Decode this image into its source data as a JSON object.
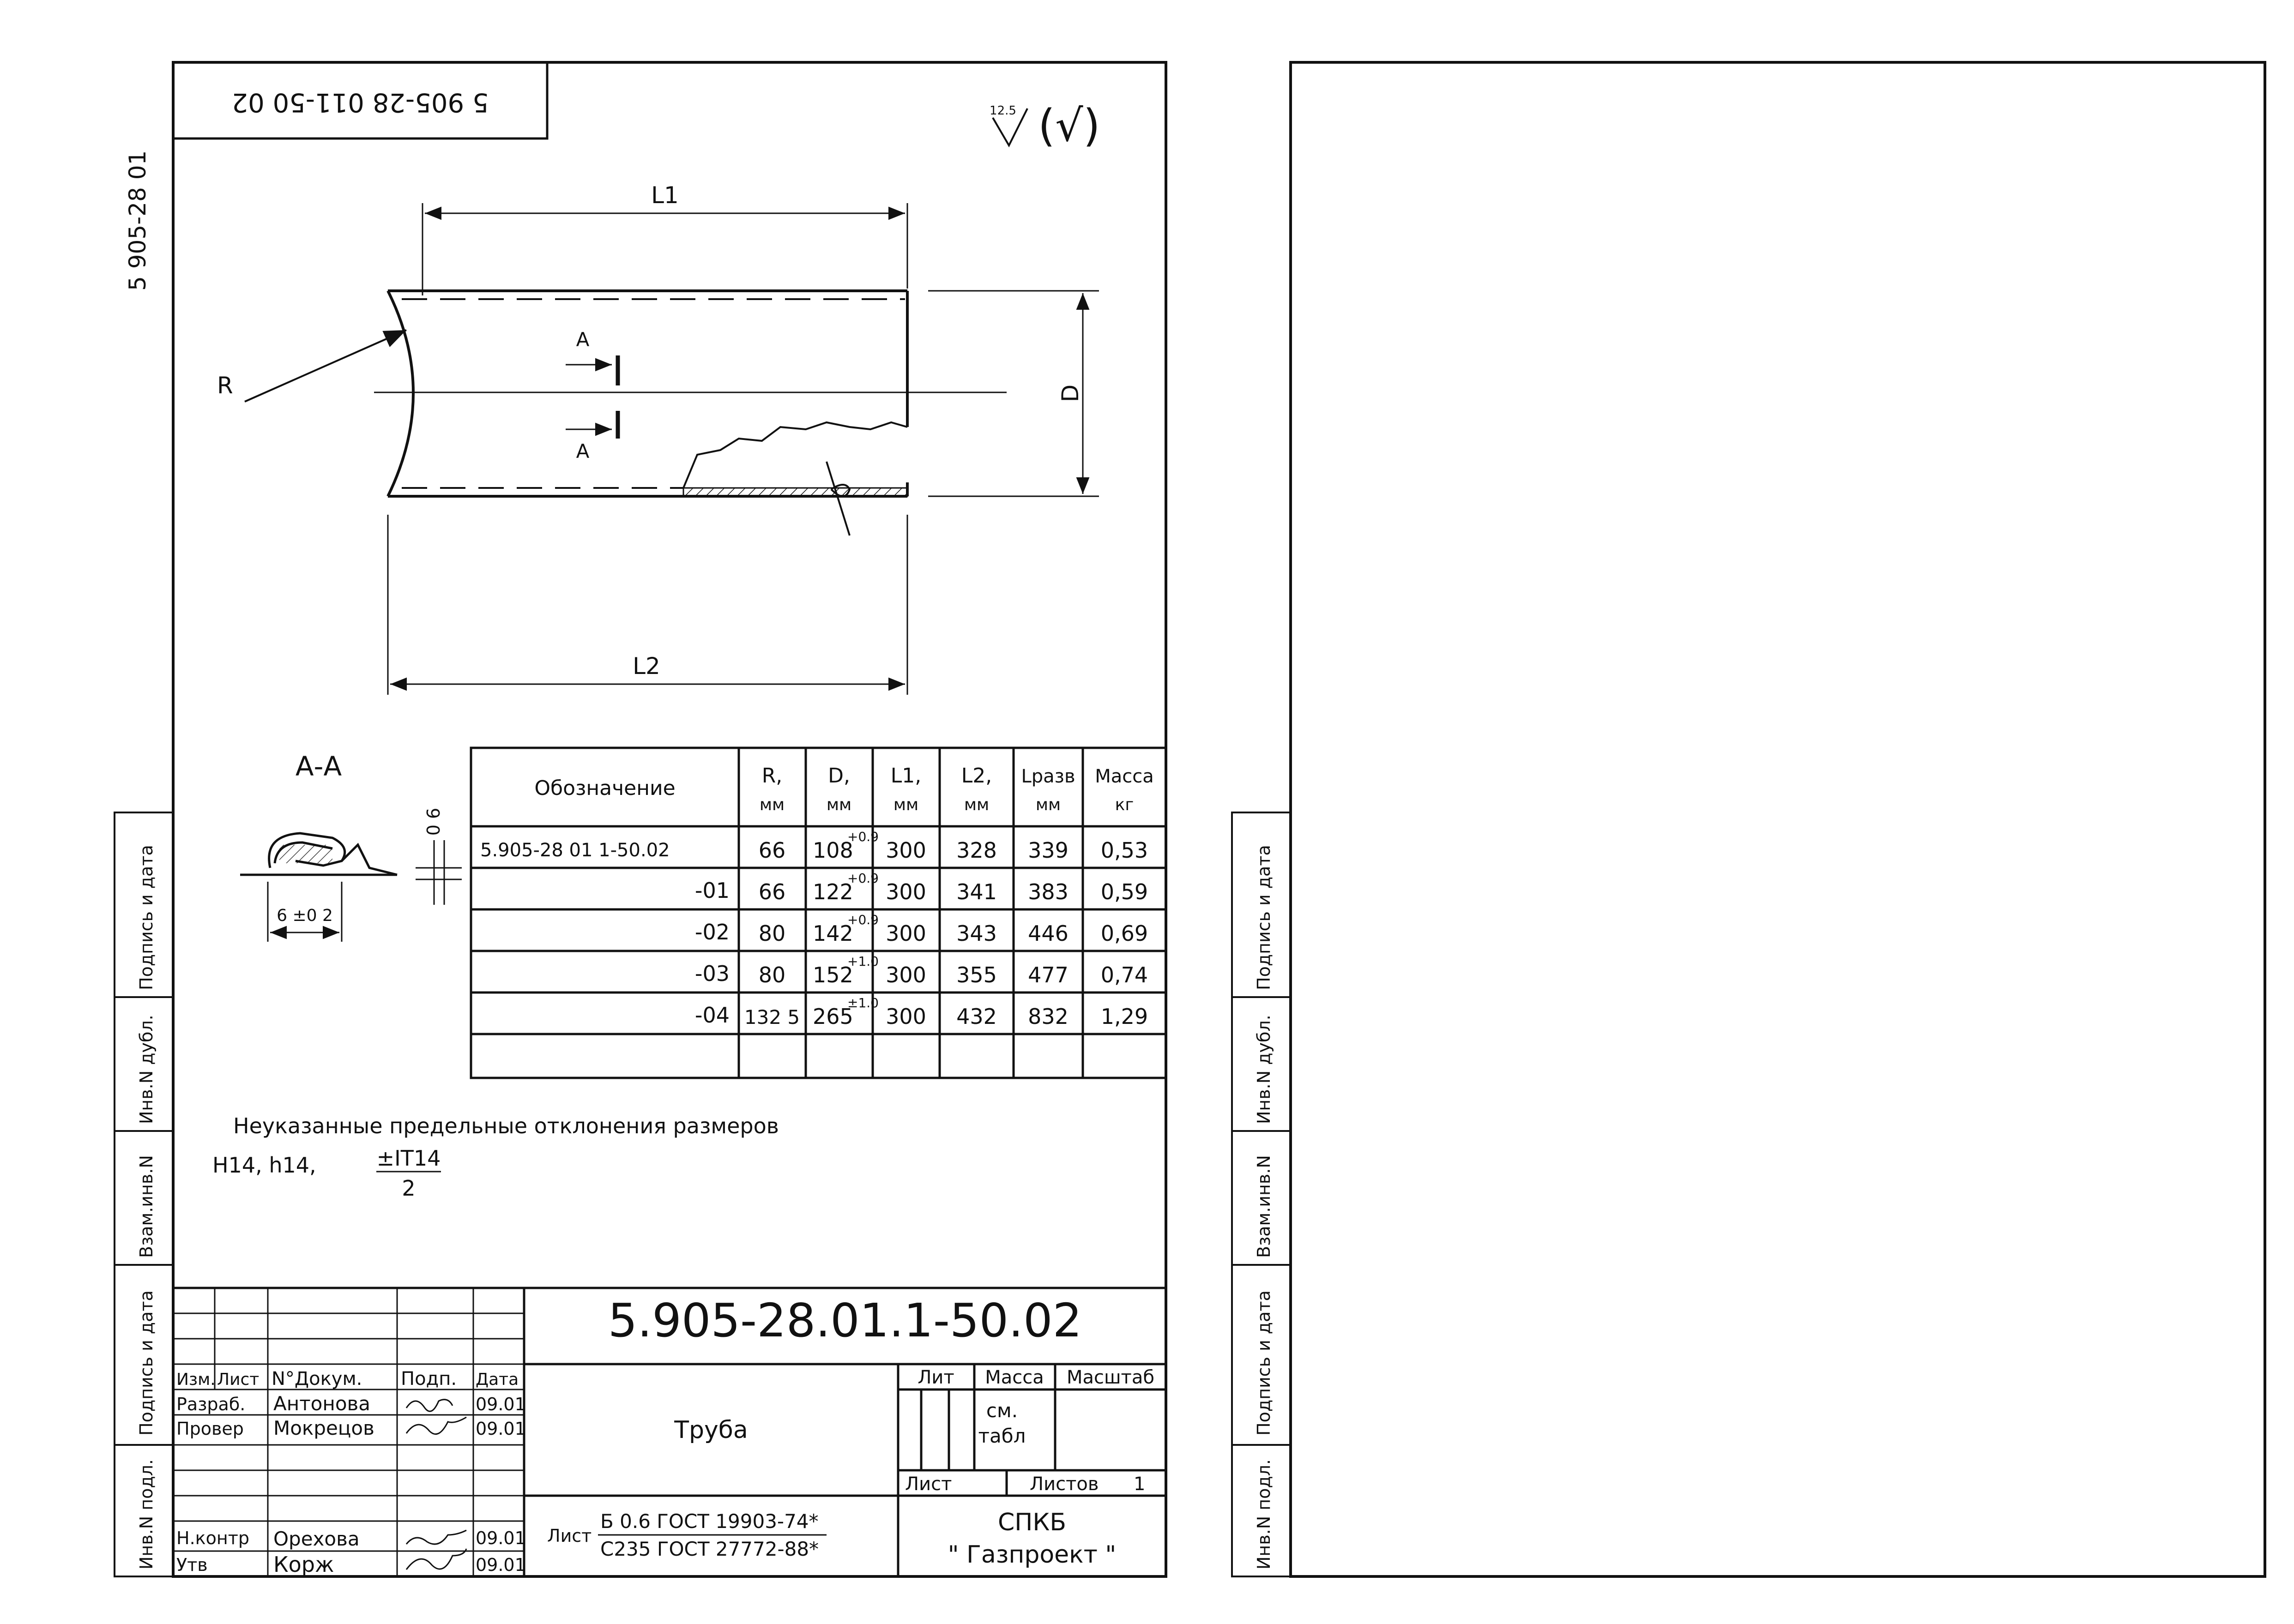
{
  "top_stamp": "5 905-28 011-50 02",
  "side_code": "5 905-28 01",
  "roughness": {
    "value": "12.5",
    "bracket_mark": "(√)"
  },
  "dimensions": {
    "L1": "L1",
    "L2": "L2",
    "R": "R",
    "D": "D",
    "section_arrow": "A"
  },
  "section": {
    "title": "А-А",
    "dim_width": "6 ±0 2",
    "dim_thickness": "0 6"
  },
  "spec_table": {
    "headers": [
      {
        "label": "Обозначение",
        "unit": ""
      },
      {
        "label": "R,",
        "unit": "мм"
      },
      {
        "label": "D,",
        "unit": "мм"
      },
      {
        "label": "L1,",
        "unit": "мм"
      },
      {
        "label": "L2,",
        "unit": "мм"
      },
      {
        "label": "Lразв",
        "unit": "мм"
      },
      {
        "label": "Масса",
        "unit": "кг"
      }
    ],
    "rows": [
      {
        "name": "5.905-28 01 1-50.02",
        "r": "66",
        "d": "108",
        "tol": "+0.9",
        "l1": "300",
        "l2": "328",
        "lraz": "339",
        "mass": "0,53"
      },
      {
        "name": "-01",
        "r": "66",
        "d": "122",
        "tol": "+0.9",
        "l1": "300",
        "l2": "341",
        "lraz": "383",
        "mass": "0,59"
      },
      {
        "name": "-02",
        "r": "80",
        "d": "142",
        "tol": "+0.9",
        "l1": "300",
        "l2": "343",
        "lraz": "446",
        "mass": "0,69"
      },
      {
        "name": "-03",
        "r": "80",
        "d": "152",
        "tol": "+1.0",
        "l1": "300",
        "l2": "355",
        "lraz": "477",
        "mass": "0,74"
      },
      {
        "name": "-04",
        "r": "132 5",
        "d": "265",
        "tol": "±1.0",
        "l1": "300",
        "l2": "432",
        "lraz": "832",
        "mass": "1,29"
      }
    ]
  },
  "notes": {
    "line1": "Неуказанные предельные отклонения размеров",
    "line2": "H14, h14,",
    "frac_num": "±IT14",
    "frac_den": "2"
  },
  "stamp_block": {
    "designation": "5.905-28.01.1-50.02",
    "title": "Труба",
    "col_headers": [
      "Изм.",
      "Лист",
      "N°Докум.",
      "Подп.",
      "Дата"
    ],
    "people": [
      {
        "role": "Разраб.",
        "name": "Антонова",
        "date": "09.01"
      },
      {
        "role": "Провер",
        "name": "Мокрецов",
        "date": "09.01"
      },
      {
        "role": "Н.контр",
        "name": "Орехова",
        "date": "09.01"
      },
      {
        "role": "Утв",
        "name": "Корж",
        "date": "09.01"
      }
    ],
    "lit": "Лит",
    "mass": "Масса",
    "scale": "Масштаб",
    "mass_value_1": "см.",
    "mass_value_2": "табл",
    "sheet": "Лист",
    "sheets": "Листов",
    "sheets_count": "1",
    "material_label": "Лист",
    "material_1": "Б 0.6 ГОСТ 19903-74*",
    "material_2": "С235 ГОСТ 27772-88*",
    "org_1": "СПКБ",
    "org_2": "\" Газпроект \""
  },
  "side_labels": [
    "Инв.N подл.",
    "Подпись и дата",
    "Взам.инв.N",
    "Инв.N дубл.",
    "Подпись и дата"
  ]
}
